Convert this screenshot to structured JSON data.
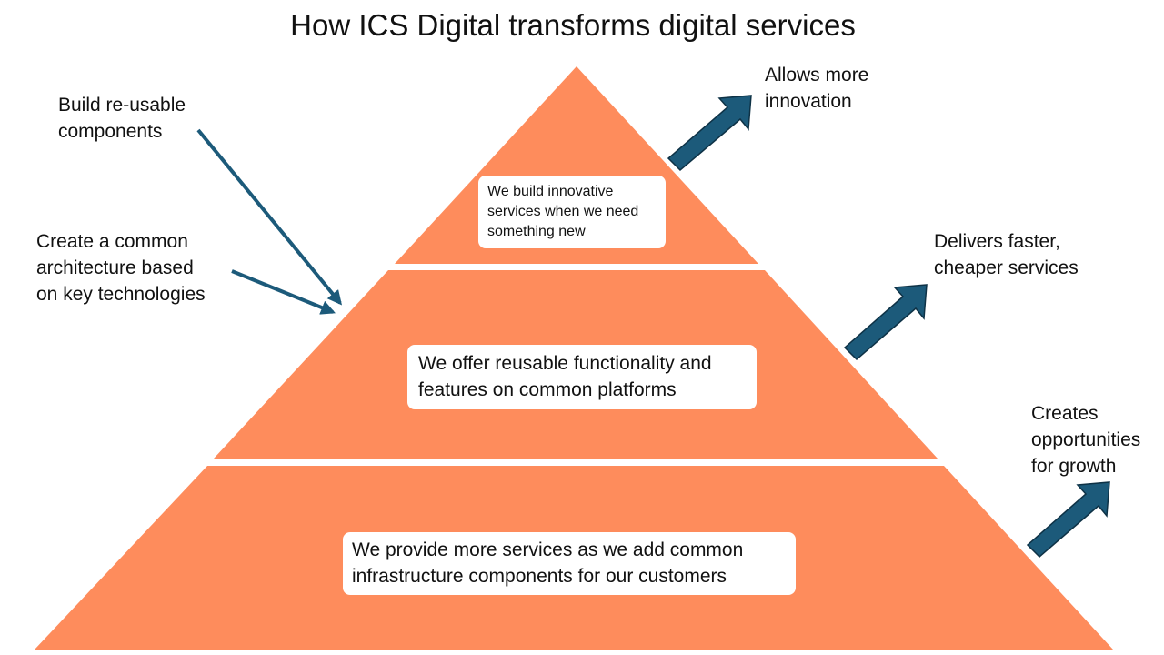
{
  "title": "How ICS Digital transforms digital services",
  "colors": {
    "tier_fill": "#fe8c5c",
    "outcome_arrow": "#1c5a7a",
    "outcome_arrow_stroke": "#0e3246",
    "input_arrow": "#1c5a7a",
    "box_fill": "#ffffff"
  },
  "pyramid": {
    "top": {
      "lines": [
        "We build innovative",
        "services when we need",
        "something new"
      ]
    },
    "middle": {
      "lines": [
        "We offer reusable functionality and",
        "features on common platforms"
      ]
    },
    "bottom": {
      "lines": [
        "We provide more services as we add common",
        "infrastructure components for our customers"
      ]
    }
  },
  "inputs": [
    {
      "lines": [
        "Build re-usable",
        "components"
      ]
    },
    {
      "lines": [
        "Create a common",
        "architecture based",
        "on key technologies"
      ]
    }
  ],
  "outcomes": [
    {
      "lines": [
        "Allows more",
        "innovation"
      ]
    },
    {
      "lines": [
        "Delivers faster,",
        "cheaper services"
      ]
    },
    {
      "lines": [
        "Creates",
        "opportunities",
        "for growth"
      ]
    }
  ]
}
